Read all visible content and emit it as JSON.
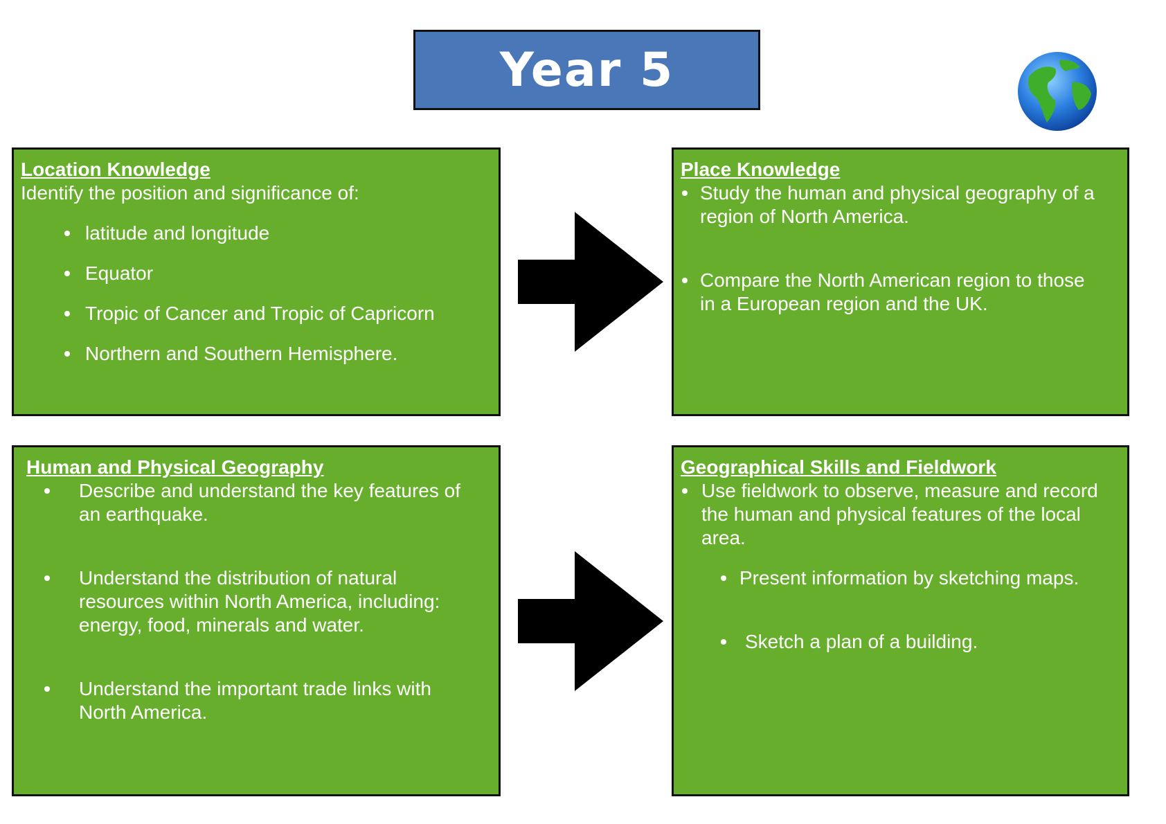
{
  "title": "Year 5",
  "panels": {
    "location": {
      "heading": "Location Knowledge",
      "intro": "Identify the position and significance of:",
      "items": [
        "latitude and longitude",
        "Equator",
        "Tropic of Cancer and Tropic of Capricorn",
        "Northern and Southern Hemisphere."
      ]
    },
    "place": {
      "heading": "Place Knowledge",
      "items": [
        "Study the human and physical geography of a region of North America.",
        "Compare the North American region to those in a European region and the UK."
      ]
    },
    "human": {
      "heading": "Human and Physical Geography",
      "items": [
        "Describe and understand the key features of an earthquake.",
        "Understand the distribution of natural resources within North America, including: energy, food, minerals and water.",
        "Understand the important trade links with North America."
      ]
    },
    "skills": {
      "heading": "Geographical Skills and Fieldwork",
      "items": [
        "Use fieldwork to observe, measure and record the human and physical features of the local area.",
        "Present information by sketching maps.",
        "Sketch a plan of a building."
      ]
    }
  },
  "colors": {
    "title_bg": "#4a77b8",
    "panel_bg": "#67ae2c",
    "arrow": "#000000"
  },
  "icons": [
    "globe-icon",
    "right-arrow-icon"
  ]
}
